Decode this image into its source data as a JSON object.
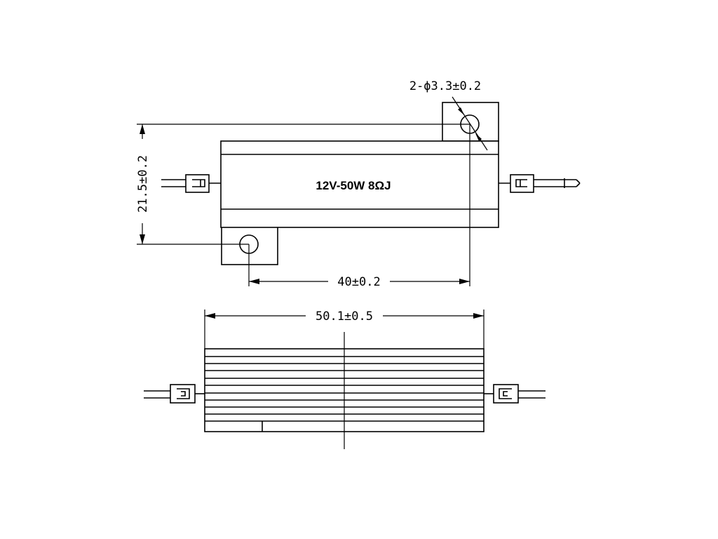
{
  "diagram": {
    "resistor_label": "12V-50W 8ΩJ",
    "hole_callout": "2-ϕ3.3±0.2",
    "height_dim": "21.5±0.2",
    "hole_spacing_dim": "40±0.2",
    "length_dim": "50.1±0.5"
  },
  "colors": {
    "line": "#000000",
    "background": "#ffffff"
  }
}
